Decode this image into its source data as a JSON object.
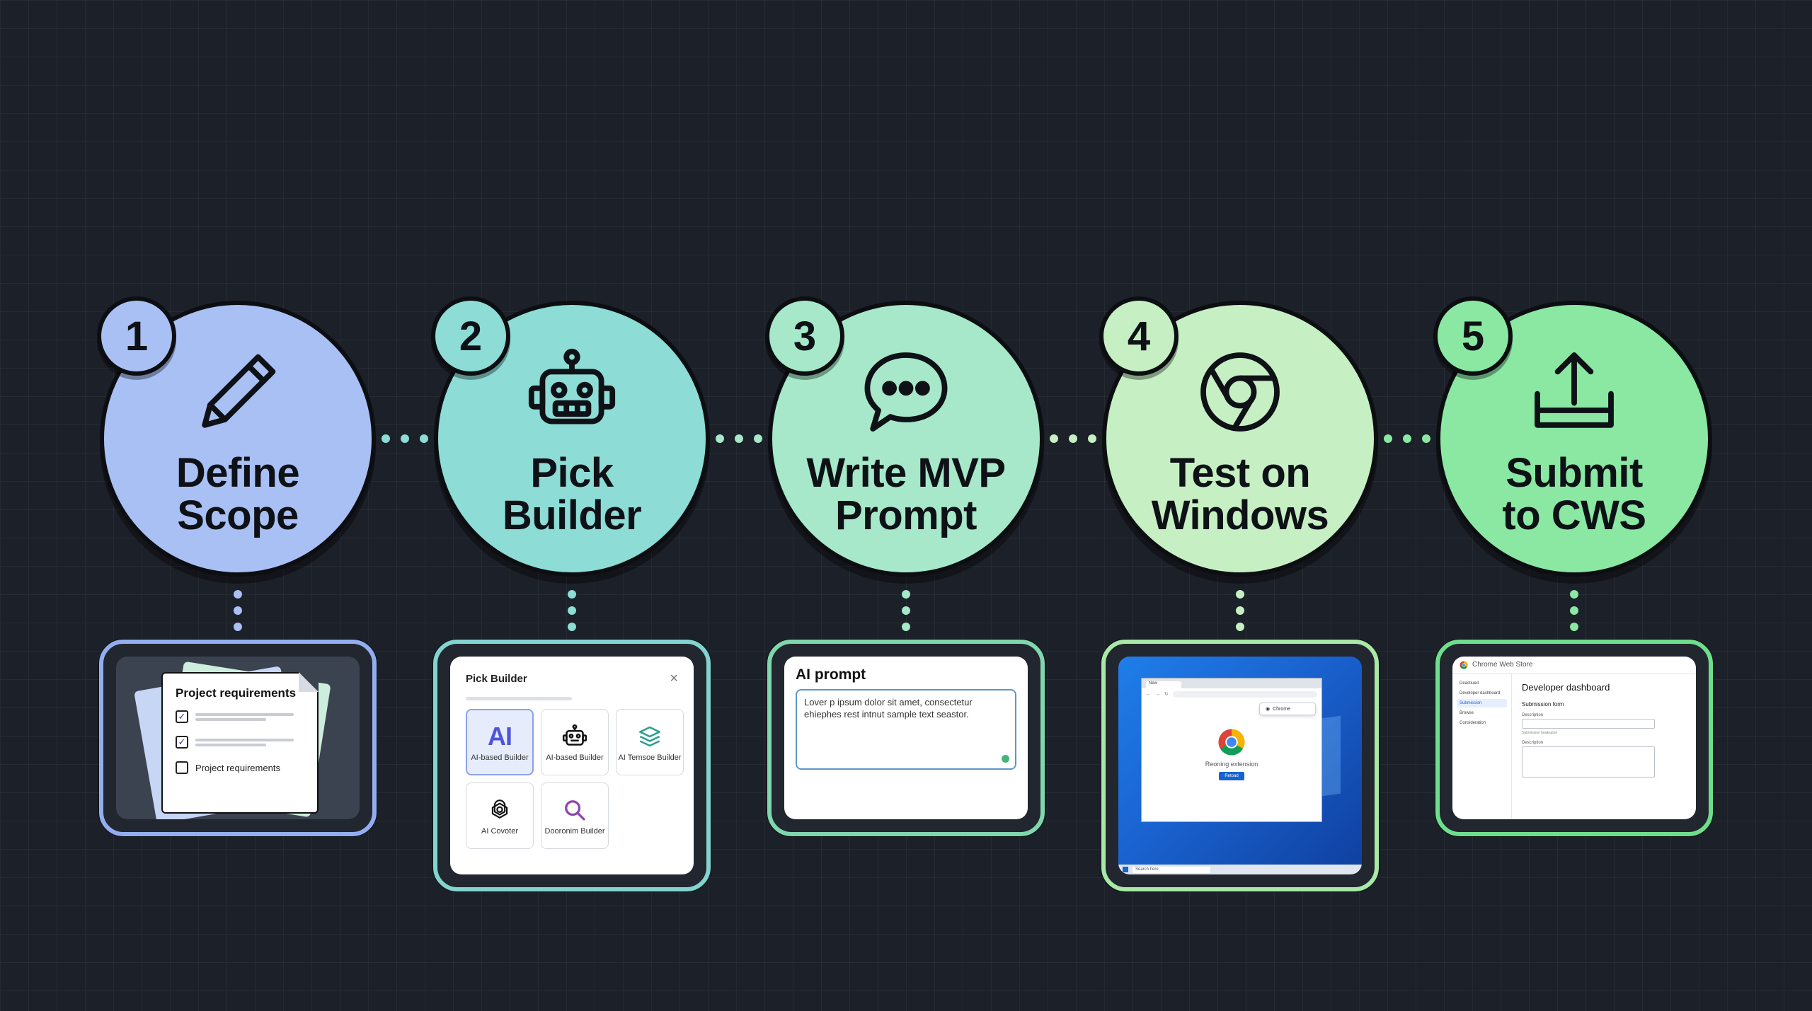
{
  "steps": [
    {
      "number": "1",
      "title": [
        "Define",
        "Scope"
      ],
      "icon": "pencil-icon",
      "color": "#a9c0f5",
      "border": "#93aef0",
      "dots": "#a9c0f5"
    },
    {
      "number": "2",
      "title": [
        "Pick",
        "Builder"
      ],
      "icon": "robot-icon",
      "color": "#8ddcd6",
      "border": "#82d4cf",
      "dots": "#8ddcd6"
    },
    {
      "number": "3",
      "title": [
        "Write MVP",
        "Prompt"
      ],
      "icon": "chat-bubble-icon",
      "color": "#a6e8c9",
      "border": "#7fd7ad",
      "dots": "#a6e8c9"
    },
    {
      "number": "4",
      "title": [
        "Test on",
        "Windows"
      ],
      "icon": "chrome-icon",
      "color": "#c6efc3",
      "border": "#a9e8a6",
      "dots": "#c6efc3"
    },
    {
      "number": "5",
      "title": [
        "Submit",
        "to CWS"
      ],
      "icon": "upload-icon",
      "color": "#8ae8a3",
      "border": "#6ddf8c",
      "dots": "#8ae8a3"
    }
  ],
  "card1": {
    "heading": "Project requirements",
    "item_label": "Project requirements"
  },
  "card2": {
    "heading": "Pick Builder",
    "close": "×",
    "tiles": [
      {
        "label": "AI-based Builder",
        "icon": "ai-letters-icon",
        "mark": "AI"
      },
      {
        "label": "AI-based Builder",
        "icon": "robot-icon"
      },
      {
        "label": "AI Temsoe Builder",
        "icon": "layers-icon"
      },
      {
        "label": "AI Covoter",
        "icon": "openai-knot-icon"
      },
      {
        "label": "Dooronim Builder",
        "icon": "magnifier-icon"
      }
    ]
  },
  "card3": {
    "heading": "AI prompt",
    "body": "Lover p ipsum dolor sit amet, consectetur ehiephes rest intnut sample text seastor."
  },
  "card4": {
    "tab": "New",
    "popup": "Chrome",
    "message": "Reoning extension",
    "button": "Retoad",
    "search": "Search here"
  },
  "card5": {
    "store": "Chrome Web Store",
    "nav": [
      "Deactiued",
      "Developer dashboard",
      "Submission",
      "Browse",
      "Consideration"
    ],
    "heading": "Developer dashboard",
    "form": "Submission form",
    "field1": "Description",
    "hint": "Submission beaksaton",
    "field2": "Description"
  }
}
